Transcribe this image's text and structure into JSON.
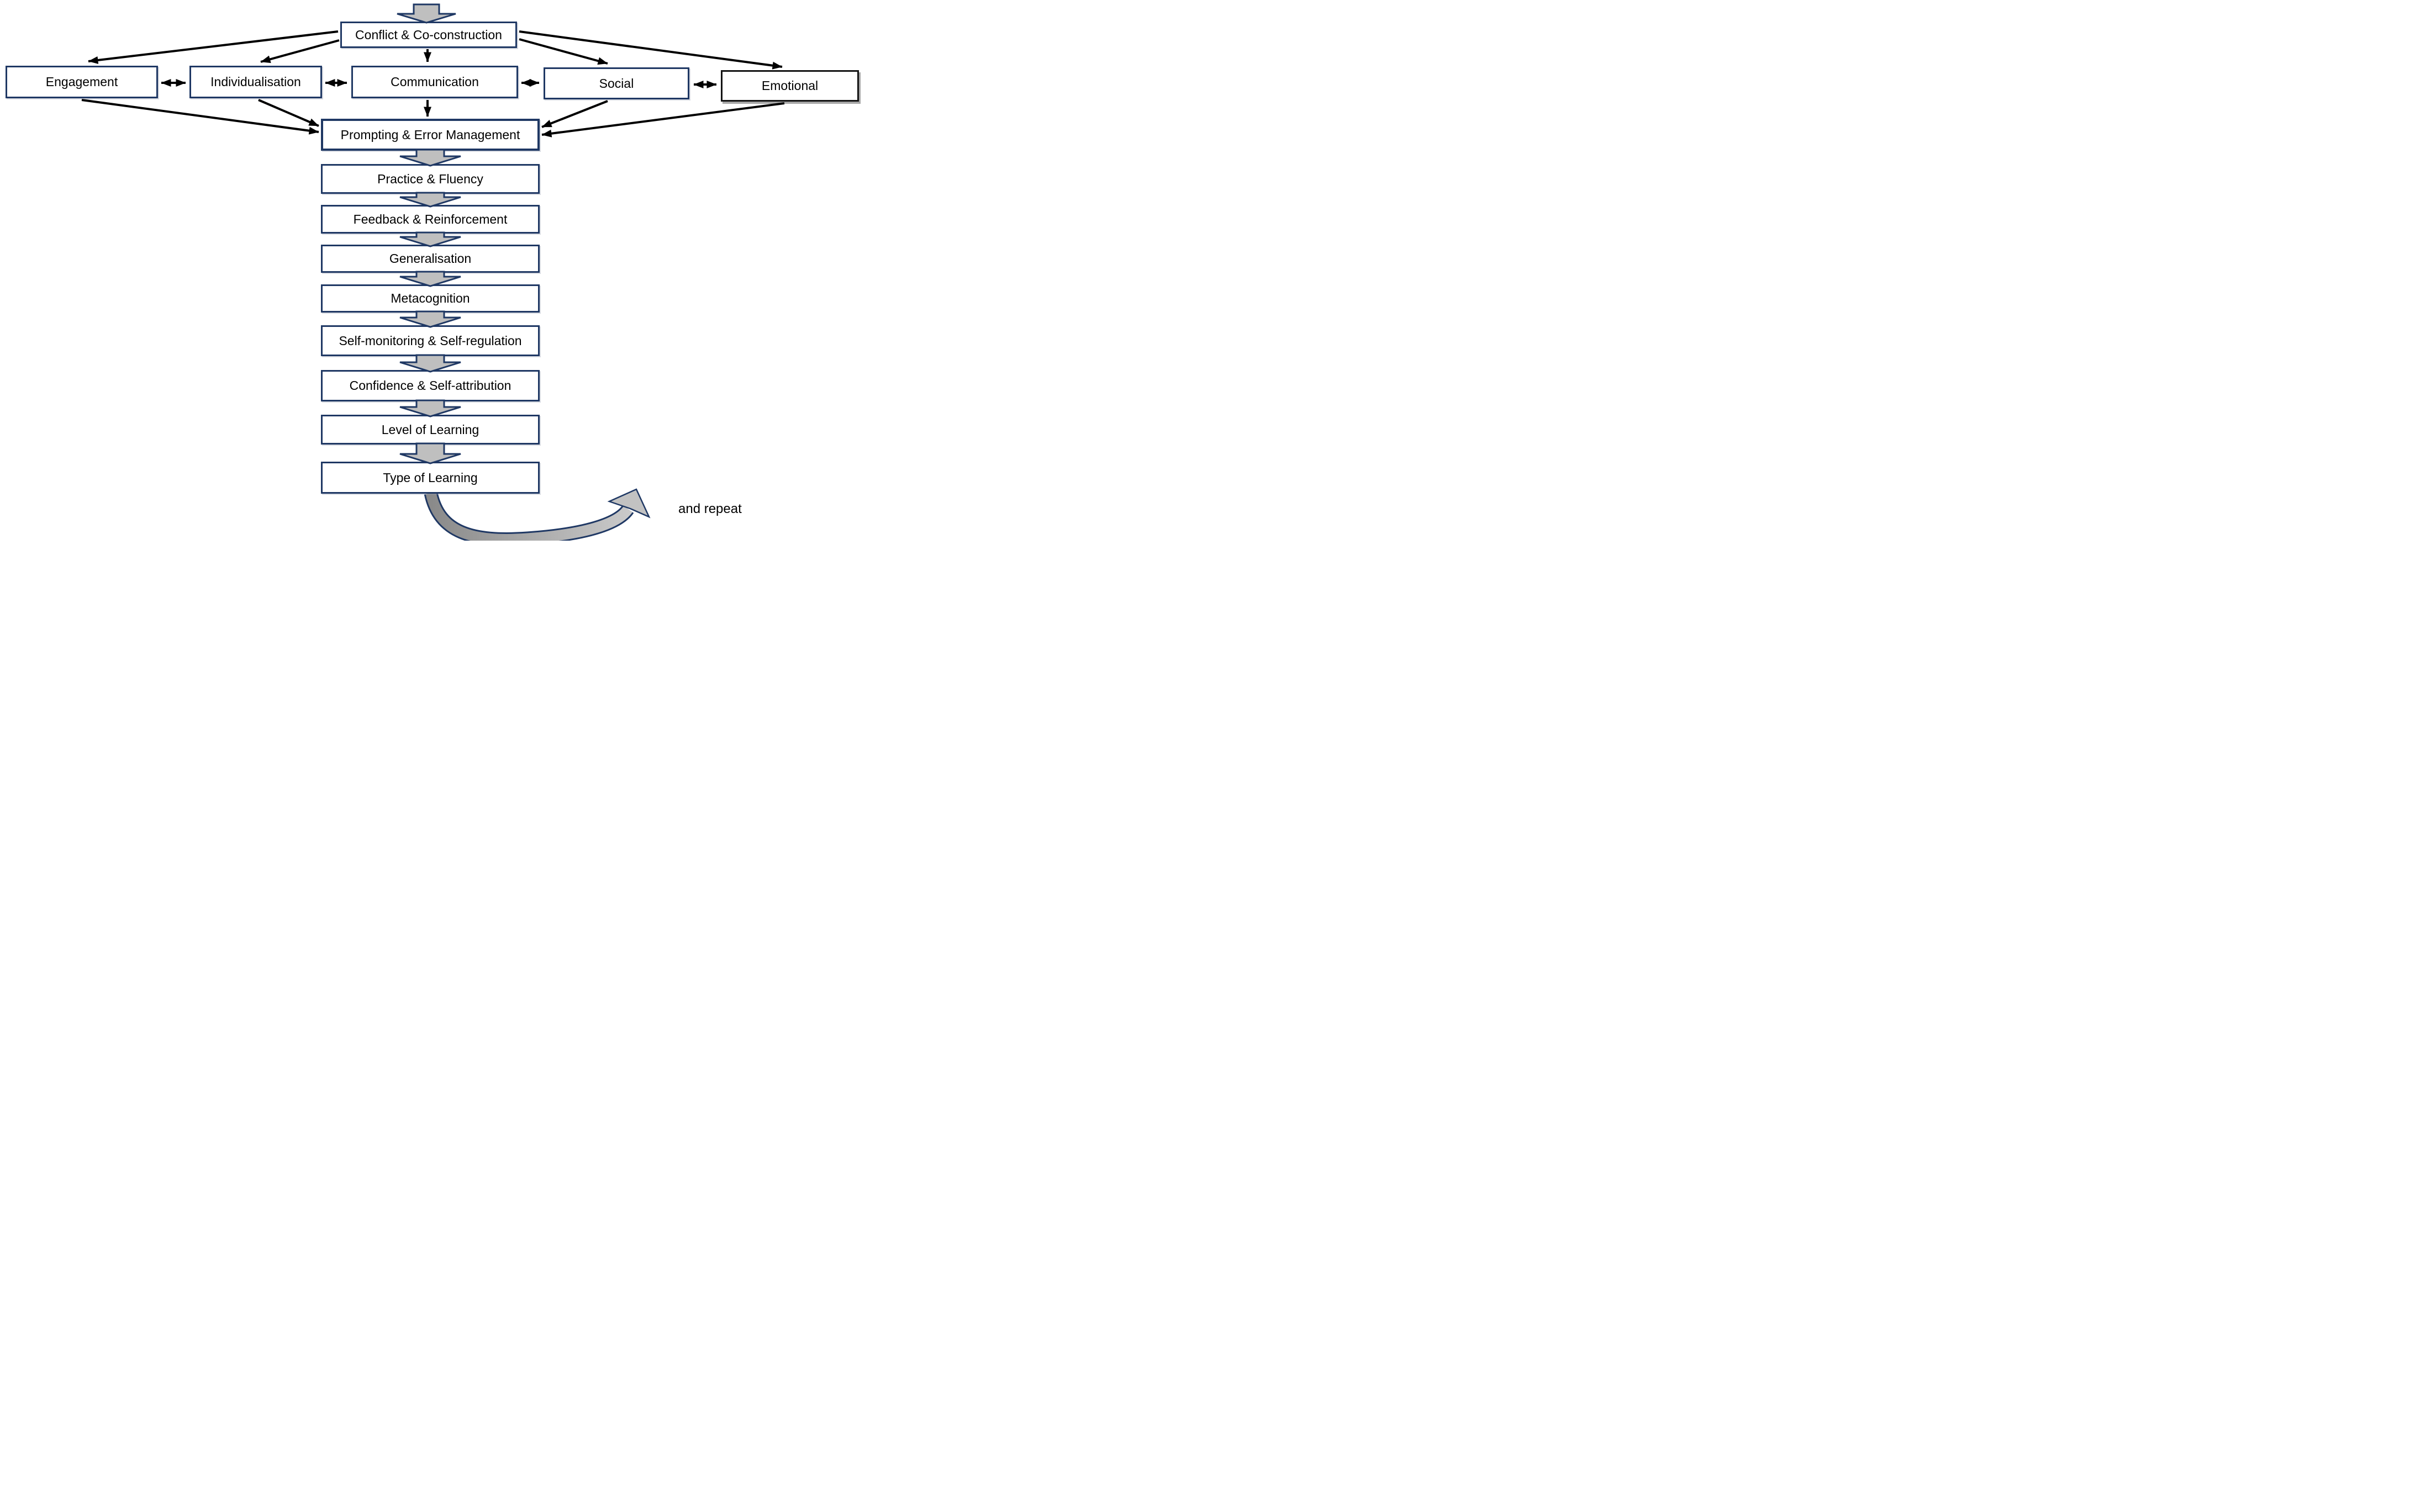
{
  "figure": {
    "background": "#ffffff",
    "colors": {
      "box_border_navy": "#1f3864",
      "box_border_black": "#141414",
      "block_arrow_fill": "#bfbfbf",
      "thin_arrow": "#000000",
      "swoosh_dark": "#8a8a8a",
      "swoosh_light": "#c9c9c9",
      "text": "#000000"
    },
    "nodes": {
      "conflict": "Conflict & Co-construction",
      "row": [
        "Engagement",
        "Individualisation",
        "Communication",
        "Social",
        "Emotional"
      ],
      "prompting": "Prompting & Error Management",
      "chain": [
        "Practice & Fluency",
        "Feedback & Reinforcement",
        "Generalisation",
        "Metacognition",
        "Self-monitoring & Self-regulation",
        "Confidence & Self-attribution",
        "Level of Learning",
        "Type of Learning"
      ]
    },
    "annotations": {
      "repeat": "and repeat"
    }
  }
}
